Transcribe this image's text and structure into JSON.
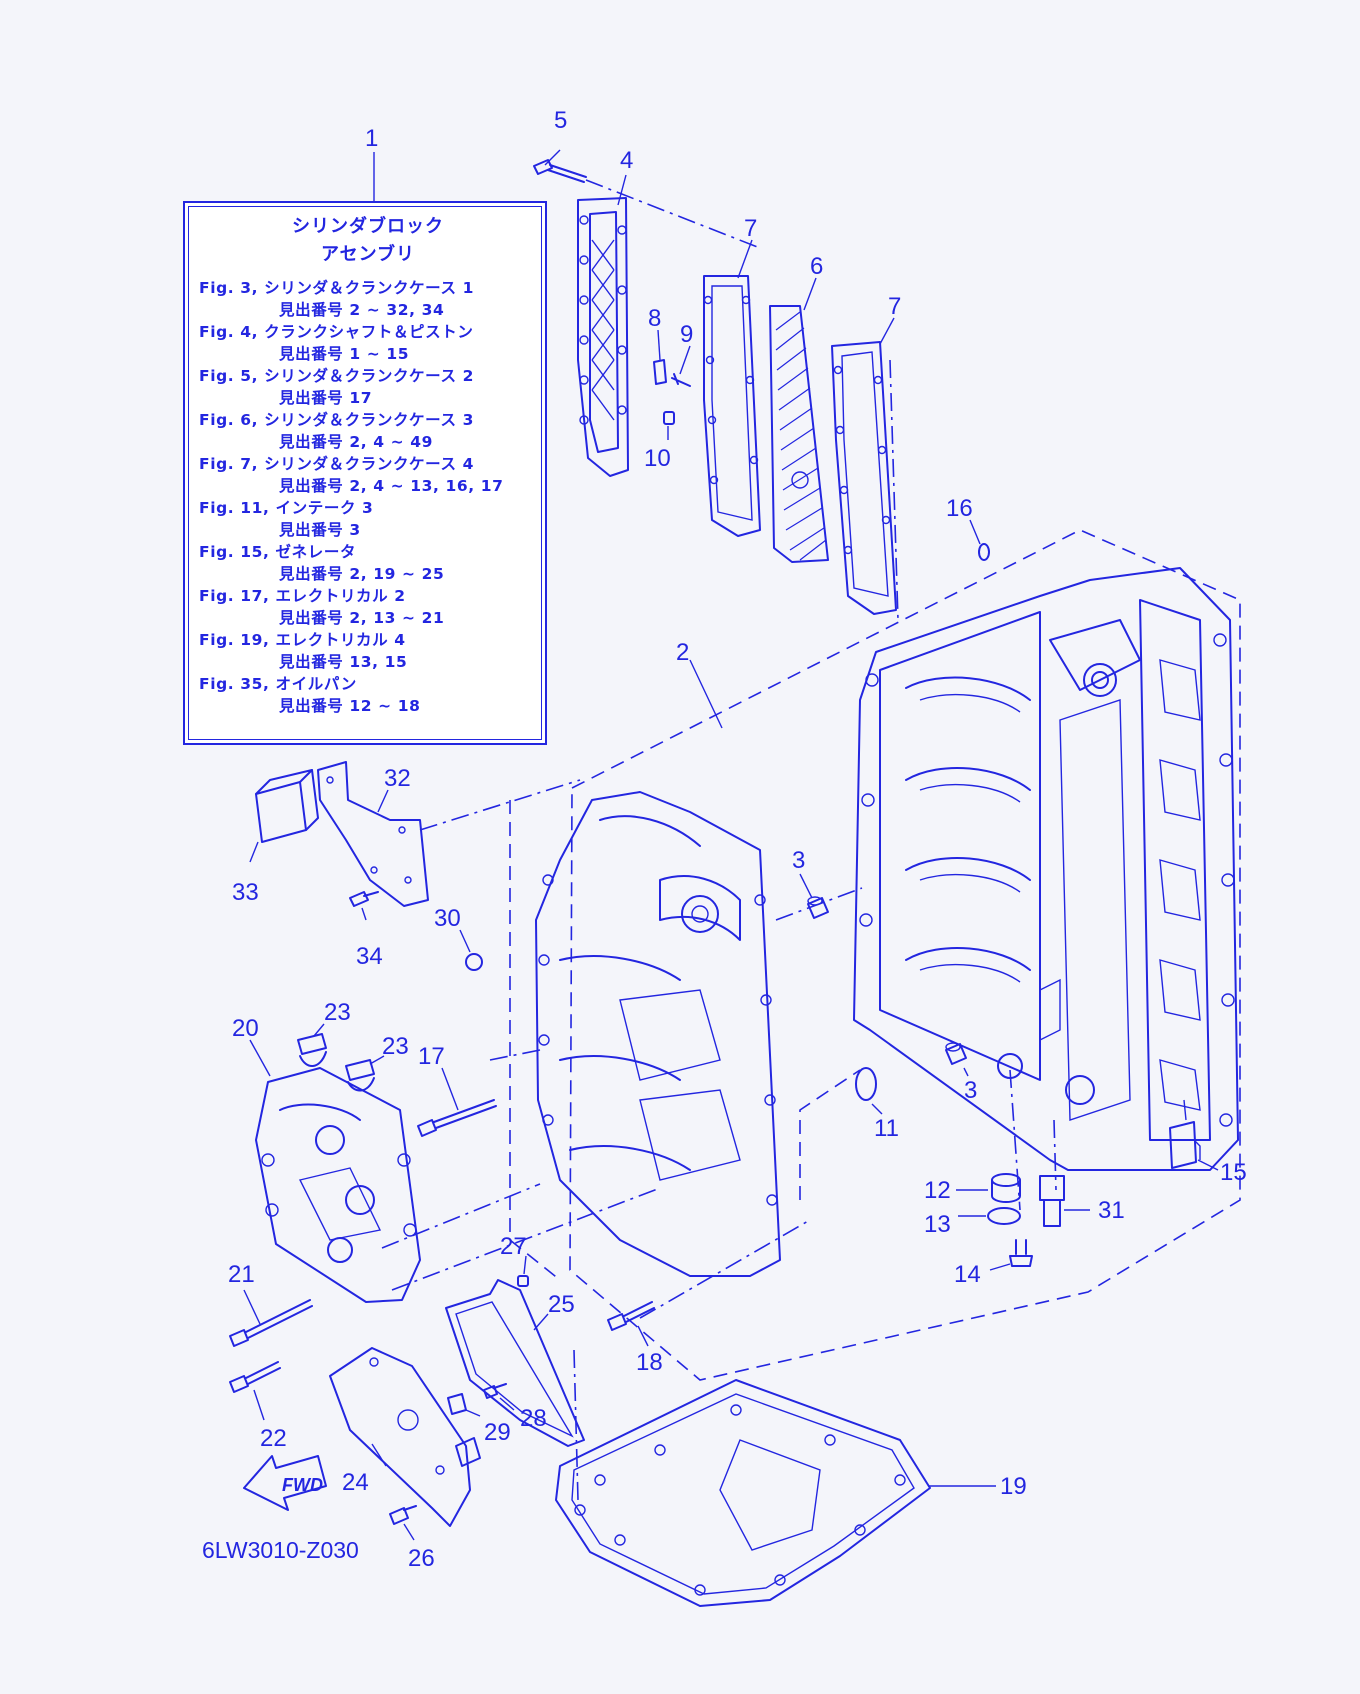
{
  "legend": {
    "title_line1": "シリンダブロック",
    "title_line2": "アセンブリ",
    "entries": [
      {
        "fig": "Fig. 3,",
        "name": "シリンダ＆クランクケース 1",
        "items": "見出番号 2 ~ 32, 34"
      },
      {
        "fig": "Fig. 4,",
        "name": "クランクシャフト＆ピストン",
        "items": "見出番号 1 ~ 15"
      },
      {
        "fig": "Fig. 5,",
        "name": "シリンダ＆クランクケース 2",
        "items": "見出番号 17"
      },
      {
        "fig": "Fig. 6,",
        "name": "シリンダ＆クランクケース 3",
        "items": "見出番号 2, 4 ~ 49"
      },
      {
        "fig": "Fig. 7,",
        "name": "シリンダ＆クランクケース 4",
        "items": "見出番号 2, 4 ~ 13, 16, 17"
      },
      {
        "fig": "Fig. 11,",
        "name": "インテーク 3",
        "items": "見出番号 3"
      },
      {
        "fig": "Fig. 15,",
        "name": "ゼネレータ",
        "items": "見出番号 2, 19 ~ 25"
      },
      {
        "fig": "Fig. 17,",
        "name": "エレクトリカル 2",
        "items": "見出番号 2, 13 ~ 21"
      },
      {
        "fig": "Fig. 19,",
        "name": "エレクトリカル 4",
        "items": "見出番号 13, 15"
      },
      {
        "fig": "Fig. 35,",
        "name": "オイルパン",
        "items": "見出番号 12 ~ 18"
      }
    ]
  },
  "callouts": [
    "1",
    "2",
    "3",
    "3",
    "4",
    "5",
    "6",
    "7",
    "7",
    "8",
    "9",
    "10",
    "11",
    "12",
    "13",
    "14",
    "15",
    "16",
    "17",
    "18",
    "19",
    "20",
    "21",
    "22",
    "23",
    "23",
    "24",
    "25",
    "26",
    "27",
    "28",
    "29",
    "30",
    "31",
    "32",
    "33",
    "34"
  ],
  "fwd_label": "FWD",
  "reference_code": "6LW3010-Z030",
  "colors": {
    "line": "#2326e0",
    "background": "#f4f5fa"
  }
}
